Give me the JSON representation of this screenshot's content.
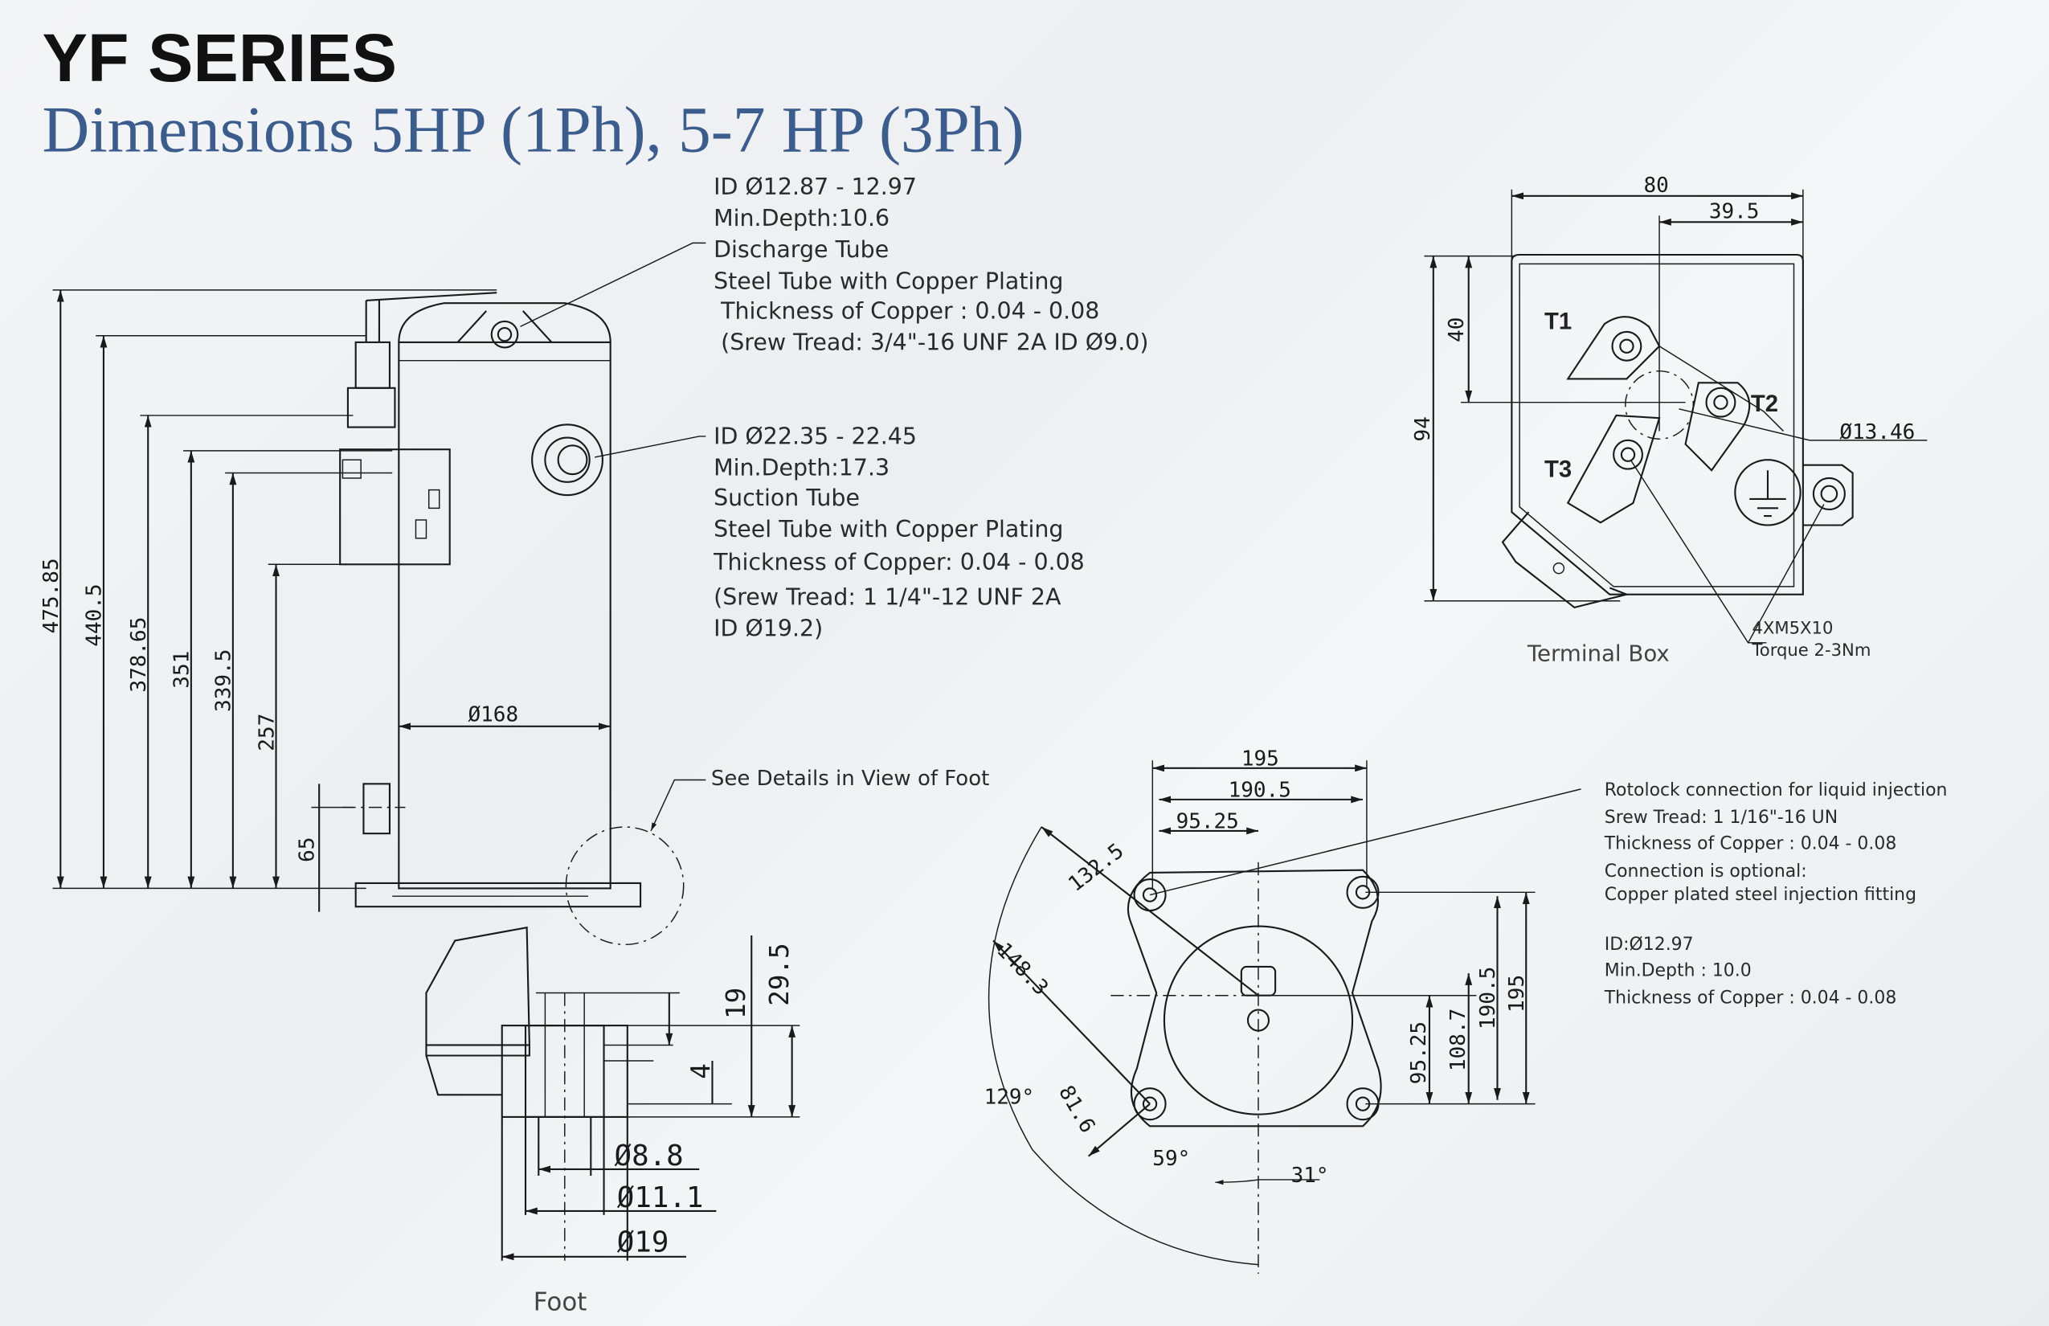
{
  "header": {
    "title": "YF SERIES",
    "subtitle": "Dimensions 5HP (1Ph), 5-7 HP (3Ph)"
  },
  "discharge_note": {
    "lines": [
      "ID Ø12.87 - 12.97",
      "Min.Depth:10.6",
      "Discharge Tube",
      "Steel Tube with Copper Plating",
      " Thickness of Copper : 0.04 - 0.08",
      " (Srew Tread: 3/4\"-16 UNF 2A ID Ø9.0)"
    ]
  },
  "suction_note": {
    "lines": [
      "ID Ø22.35 - 22.45",
      "Min.Depth:17.3",
      "Suction Tube",
      "Steel Tube with Copper Plating",
      "Thickness of Copper: 0.04 - 0.08",
      "(Srew Tread: 1 1/4\"-12 UNF 2A",
      "ID Ø19.2)"
    ]
  },
  "foot_callout": "See Details in View of Foot",
  "side_view": {
    "heights": [
      "475.85",
      "440.5",
      "378.65",
      "351",
      "339.5",
      "257",
      "65"
    ],
    "diameter": "Ø168"
  },
  "foot_view": {
    "caption": "Foot",
    "dims": [
      "19",
      "29.5",
      "4",
      "Ø8.8",
      "Ø11.1",
      "Ø19"
    ]
  },
  "terminal_box": {
    "caption": "Terminal Box",
    "dims": [
      "80",
      "39.5",
      "40",
      "94",
      "Ø13.46"
    ],
    "terminals": [
      "T1",
      "T2",
      "T3"
    ],
    "screw_note": [
      "4XM5X10",
      "Torque 2-3Nm"
    ]
  },
  "bottom_view": {
    "dims_top": [
      "195",
      "190.5",
      "95.25"
    ],
    "dims_right": [
      "190.5",
      "195",
      "108.7",
      "95.25"
    ],
    "dims_radial": [
      "132.5",
      "148.3",
      "81.6"
    ],
    "angles": [
      "129°",
      "59°",
      "31°"
    ]
  },
  "injection_note": {
    "lines": [
      "Rotolock connection for liquid injection",
      "Srew Tread: 1 1/16\"-16 UN",
      "Thickness of Copper : 0.04 - 0.08",
      "Connection is optional:",
      "Copper plated steel injection fitting",
      "",
      "ID:Ø12.97",
      "Min.Depth : 10.0",
      "Thickness of Copper : 0.04 - 0.08"
    ]
  }
}
